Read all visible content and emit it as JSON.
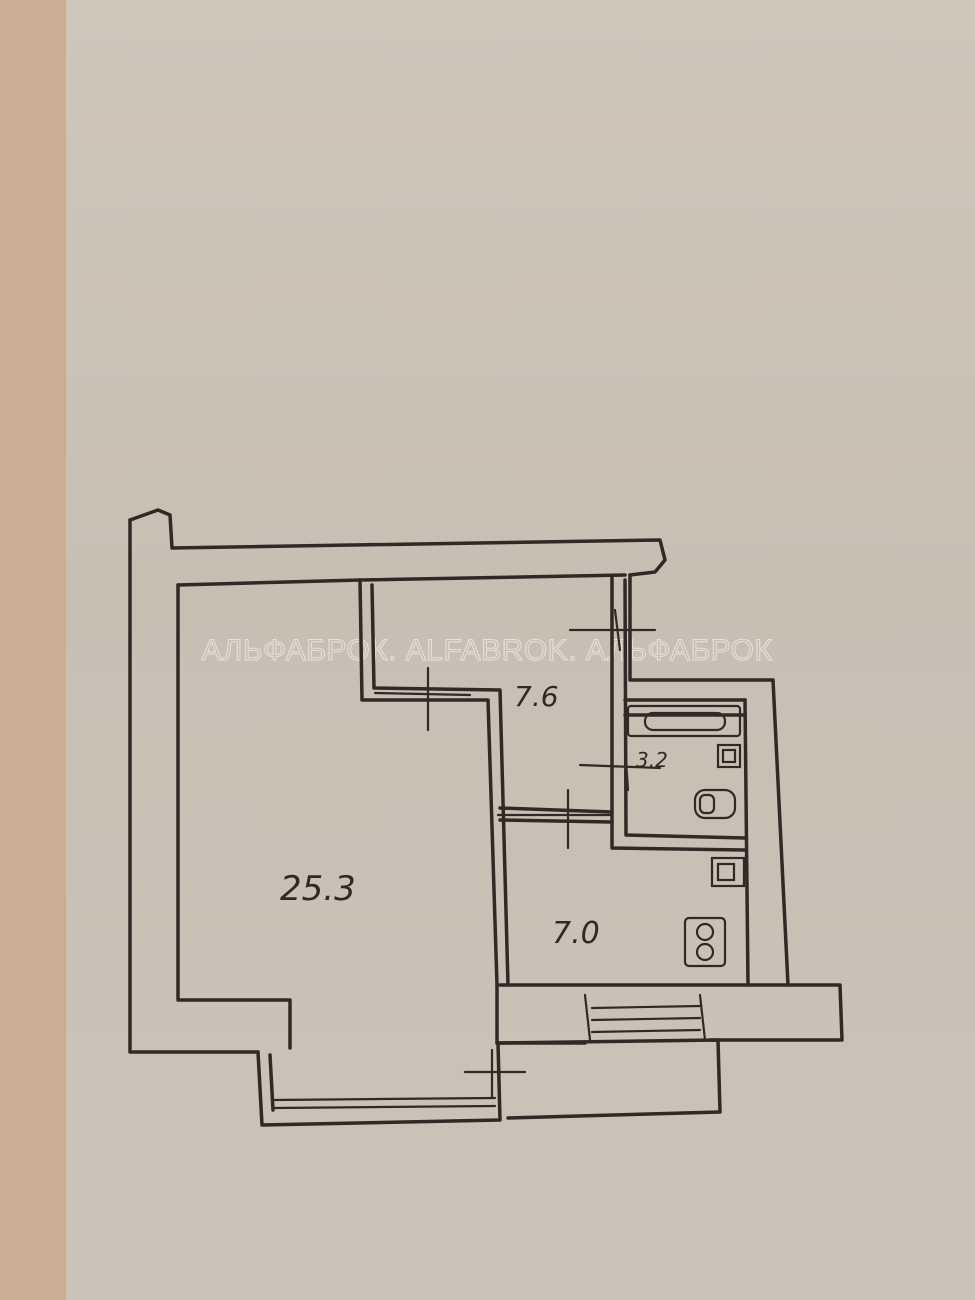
{
  "watermark": "АЛЬФАБРОК. ALFABROK. АЛЬФАБРОК",
  "rooms": {
    "living_room_area": "25.3",
    "hall_area": "7.6",
    "bathroom_area": "3.2",
    "kitchen_area": "7.0"
  },
  "colors": {
    "paper": "#cbc3b8",
    "backdrop": "#caae93",
    "ink": "#2f2a26"
  }
}
